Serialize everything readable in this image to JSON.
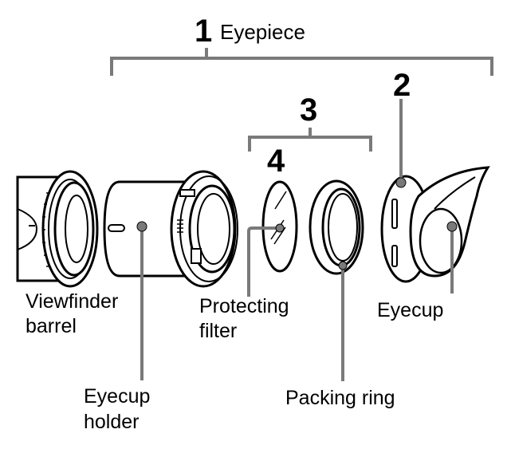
{
  "callouts": {
    "n1": "1",
    "n2": "2",
    "n3": "3",
    "n4": "4"
  },
  "title": "Eyepiece",
  "labels": {
    "viewfinder_line1": "Viewfinder",
    "viewfinder_line2": "barrel",
    "protecting_line1": "Protecting",
    "protecting_line2": "filter",
    "eyecup": "Eyecup",
    "holder_line1": "Eyecup",
    "holder_line2": "holder",
    "packing": "Packing ring"
  },
  "colors": {
    "ink": "#000000",
    "leader": "#7a7a7a",
    "fill": "#ffffff"
  }
}
